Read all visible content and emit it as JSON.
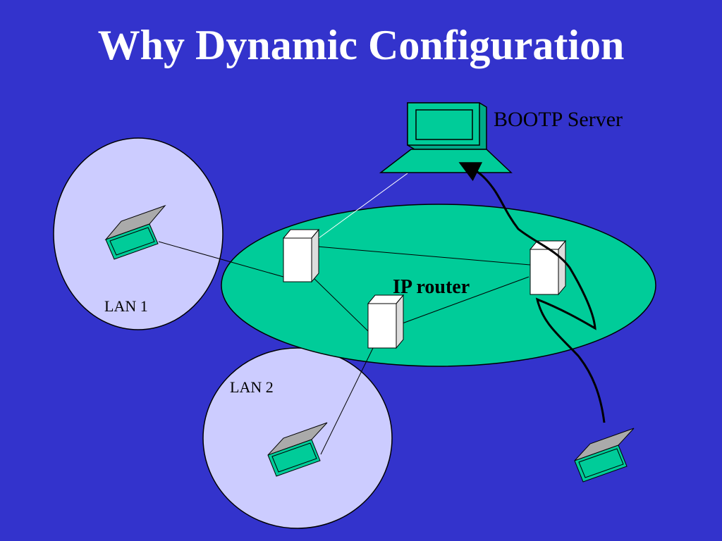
{
  "slide": {
    "title": "Why Dynamic Configuration"
  },
  "labels": {
    "bootp_server": "BOOTP Server",
    "ip_router": "IP router",
    "lan1": "LAN 1",
    "lan2": "LAN 2"
  },
  "colors": {
    "background": "#3333cc",
    "router_ellipse": "#00cc99",
    "lan_ellipse": "#ccccff",
    "device_screen": "#00cc99",
    "router_box": "#ffffff",
    "path_line": "#000000"
  },
  "icons": {
    "server": "server-computer-icon",
    "host": "laptop-host-icon",
    "router": "router-box-icon"
  }
}
